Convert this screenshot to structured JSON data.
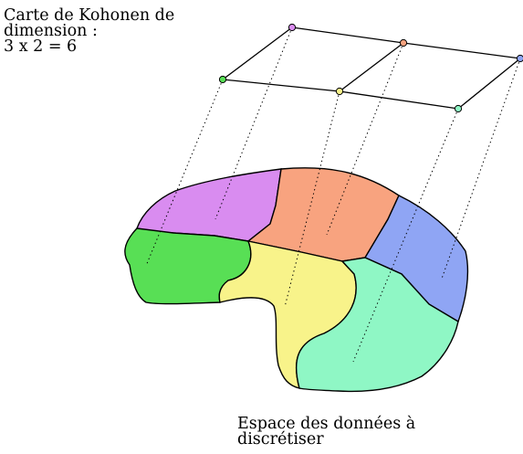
{
  "labels": {
    "map_line1": "Carte de Kohonen de",
    "map_line2": "dimension :",
    "map_line3": "3 x 2 = 6",
    "space_line1": "Espace des données à",
    "space_line2": "discrétiser"
  },
  "nodes": [
    {
      "name": "purple",
      "color": "#d98cf0"
    },
    {
      "name": "orange",
      "color": "#f8a37f"
    },
    {
      "name": "blue",
      "color": "#8fa5f4"
    },
    {
      "name": "green",
      "color": "#58df55"
    },
    {
      "name": "yellow",
      "color": "#f8f38a"
    },
    {
      "name": "mint",
      "color": "#8ff7c5"
    }
  ]
}
